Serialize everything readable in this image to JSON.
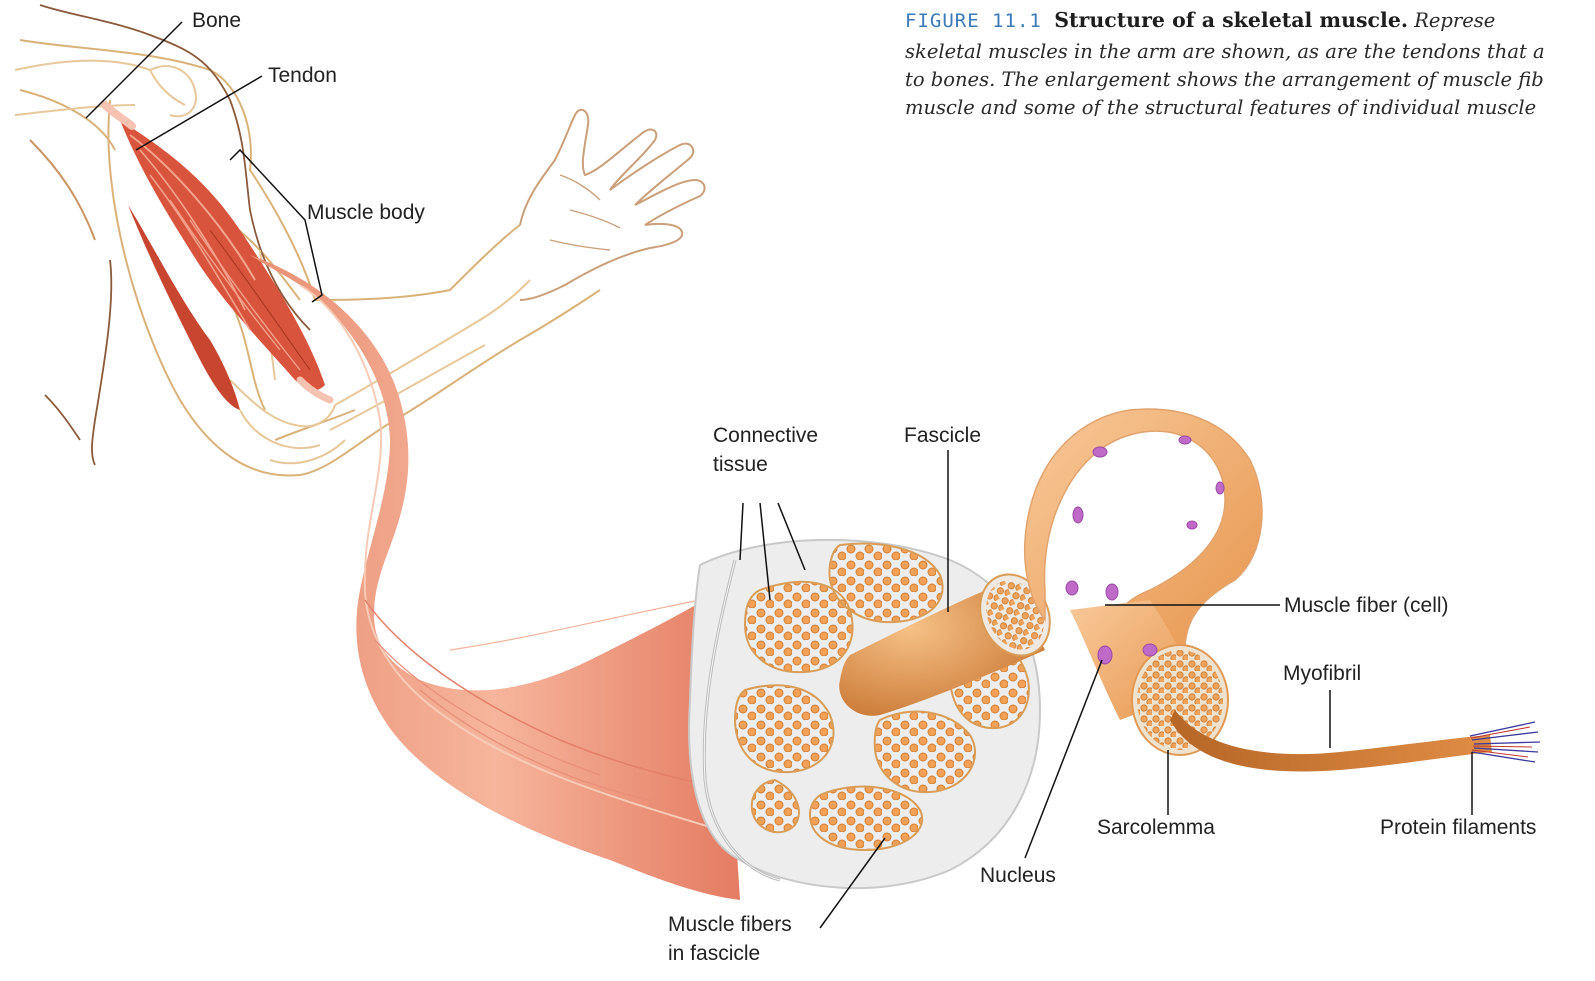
{
  "caption": {
    "figure_number": "FIGURE 11.1",
    "title": "Structure of a skeletal muscle.",
    "line1_tail": "Represe",
    "line2": "skeletal muscles in the arm are shown, as are the tendons that a",
    "line3": "to bones. The enlargement shows the arrangement of muscle fib",
    "line4": "muscle and some of the structural features of individual muscle"
  },
  "labels": {
    "bone": "Bone",
    "tendon": "Tendon",
    "muscle_body": "Muscle body",
    "connective_tissue_1": "Connective",
    "connective_tissue_2": "tissue",
    "fascicle": "Fascicle",
    "muscle_fiber_cell": "Muscle fiber (cell)",
    "myofibril": "Myofibril",
    "sarcolemma": "Sarcolemma",
    "protein_filaments": "Protein filaments",
    "nucleus": "Nucleus",
    "muscle_fibers_1": "Muscle fibers",
    "muscle_fibers_2": "in fascicle"
  },
  "colors": {
    "muscle_red": "#d9543c",
    "muscle_light": "#f0a98c",
    "fiber_orange": "#e79a52",
    "skin_line": "#d9b27a",
    "nucleus_pink": "#c06ac8",
    "caption_blue": "#3a7ab8"
  }
}
